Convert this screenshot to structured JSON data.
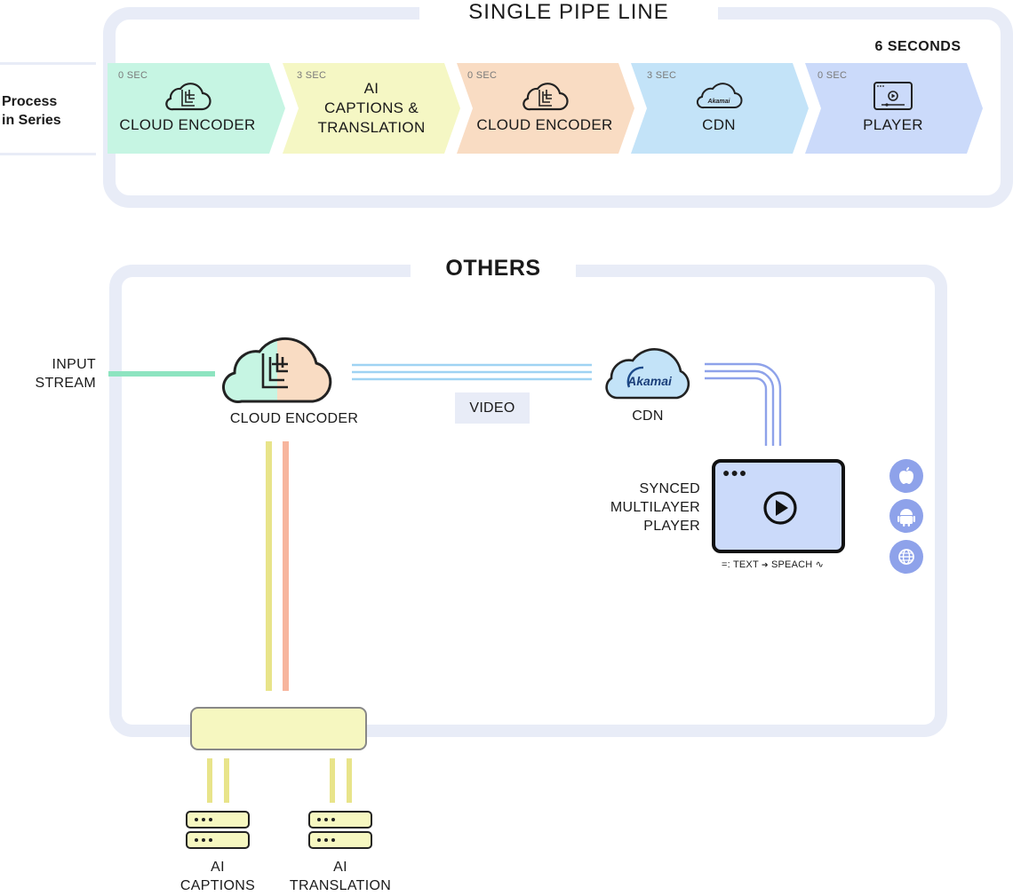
{
  "single_pipeline": {
    "title": "SINGLE PIPE LINE",
    "total_label": "6 SECONDS",
    "side_label_line1": "Process",
    "side_label_line2": "in Series",
    "stages": [
      {
        "time": "0 SEC",
        "label_lines": [
          "CLOUD ENCODER"
        ],
        "color": "#c6f5e3",
        "icon": "cloud-encoder-icon"
      },
      {
        "time": "3 SEC",
        "label_lines": [
          "AI",
          "CAPTIONS &",
          "TRANSLATION"
        ],
        "color": "#f5f7c4",
        "icon": ""
      },
      {
        "time": "0 SEC",
        "label_lines": [
          "CLOUD ENCODER"
        ],
        "color": "#f9dcc3",
        "icon": "cloud-encoder-icon"
      },
      {
        "time": "3 SEC",
        "label_lines": [
          "CDN"
        ],
        "color": "#c3e3f8",
        "icon": "akamai-cloud-icon"
      },
      {
        "time": "0 SEC",
        "label_lines": [
          "PLAYER"
        ],
        "color": "#cbdafa",
        "icon": "player-icon"
      }
    ]
  },
  "others": {
    "title": "OTHERS",
    "input_stream_line1": "INPUT",
    "input_stream_line2": "STREAM",
    "encoder_label": "CLOUD ENCODER",
    "video_label": "VIDEO",
    "cdn_label": "CDN",
    "cdn_logo_text": "Akamai",
    "player_line1": "SYNCED",
    "player_line2": "MULTILAYER",
    "player_line3": "PLAYER",
    "tts_label_a": "TEXT",
    "tts_label_b": "SPEACH",
    "captions_line1": "AI",
    "captions_line2": "CAPTIONS",
    "translation_line1": "AI",
    "translation_line2": "TRANSLATION",
    "platforms": [
      "apple-icon",
      "android-icon",
      "web-icon"
    ],
    "colors": {
      "green": "#8de4c0",
      "yellow": "#e8e48a",
      "salmon": "#f7b59d",
      "blue": "#9fd3f3",
      "periwinkle": "#8ea2ea",
      "frame": "#e8ecf7",
      "ai_box": "#f6f7c0"
    }
  }
}
